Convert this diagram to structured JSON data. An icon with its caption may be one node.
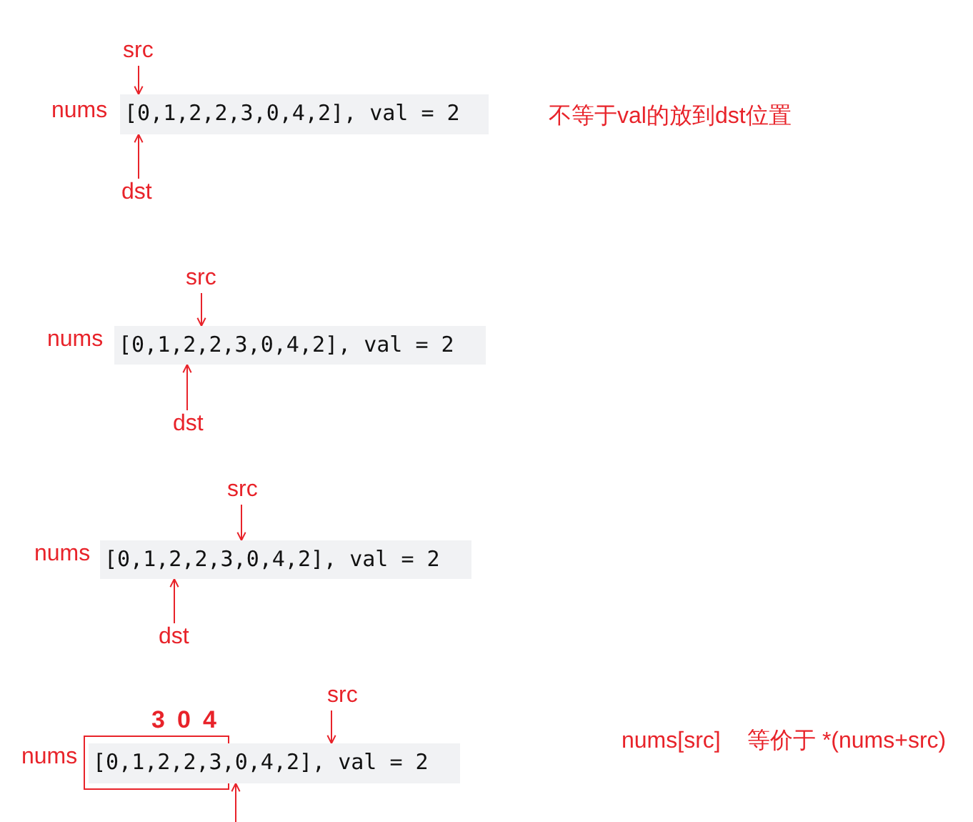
{
  "diagram": {
    "nodes": [
      {
        "text": [
          "src"
        ]
      },
      {
        "text": [
          "[0,1,2,2,3,0,4,2], val = 2"
        ],
        "beside": [
          "nums"
        ]
      },
      {
        "text": [
          "dst"
        ]
      },
      {
        "text": [
          "src"
        ]
      },
      {
        "text": [
          "[0,1,2,2,3,0,4,2], val = 2"
        ],
        "beside": [
          "nums"
        ]
      },
      {
        "text": [
          "dst"
        ]
      },
      {
        "text": [
          "src"
        ]
      },
      {
        "text": [
          "[0,1,2,2,3,0,4,2], val = 2"
        ],
        "beside": [
          "nums"
        ]
      },
      {
        "text": [
          "dst"
        ]
      },
      {
        "text": [
          "src"
        ]
      },
      {
        "text": [
          "[0,1,2,2,3,0,4,2], val = 2"
        ],
        "beside": [
          "nums"
        ]
      }
    ],
    "edges": [
      {
        "from": 0,
        "to": 1,
        "arrow": "to"
      },
      {
        "from": 2,
        "to": 1,
        "arrow": "to"
      },
      {
        "from": 3,
        "to": 4,
        "arrow": "to"
      },
      {
        "from": 5,
        "to": 4,
        "arrow": "to"
      },
      {
        "from": 6,
        "to": 7,
        "arrow": "to"
      },
      {
        "from": 8,
        "to": 7,
        "arrow": "to"
      },
      {
        "from": 9,
        "to": 10,
        "arrow": "to"
      },
      {
        "from": null,
        "to": 10,
        "arrow": "to"
      }
    ],
    "labels": [
      "不等于val的放到dst位置",
      "3",
      "0",
      "4",
      "nums[src]",
      "等价于 *(nums+src)"
    ]
  }
}
